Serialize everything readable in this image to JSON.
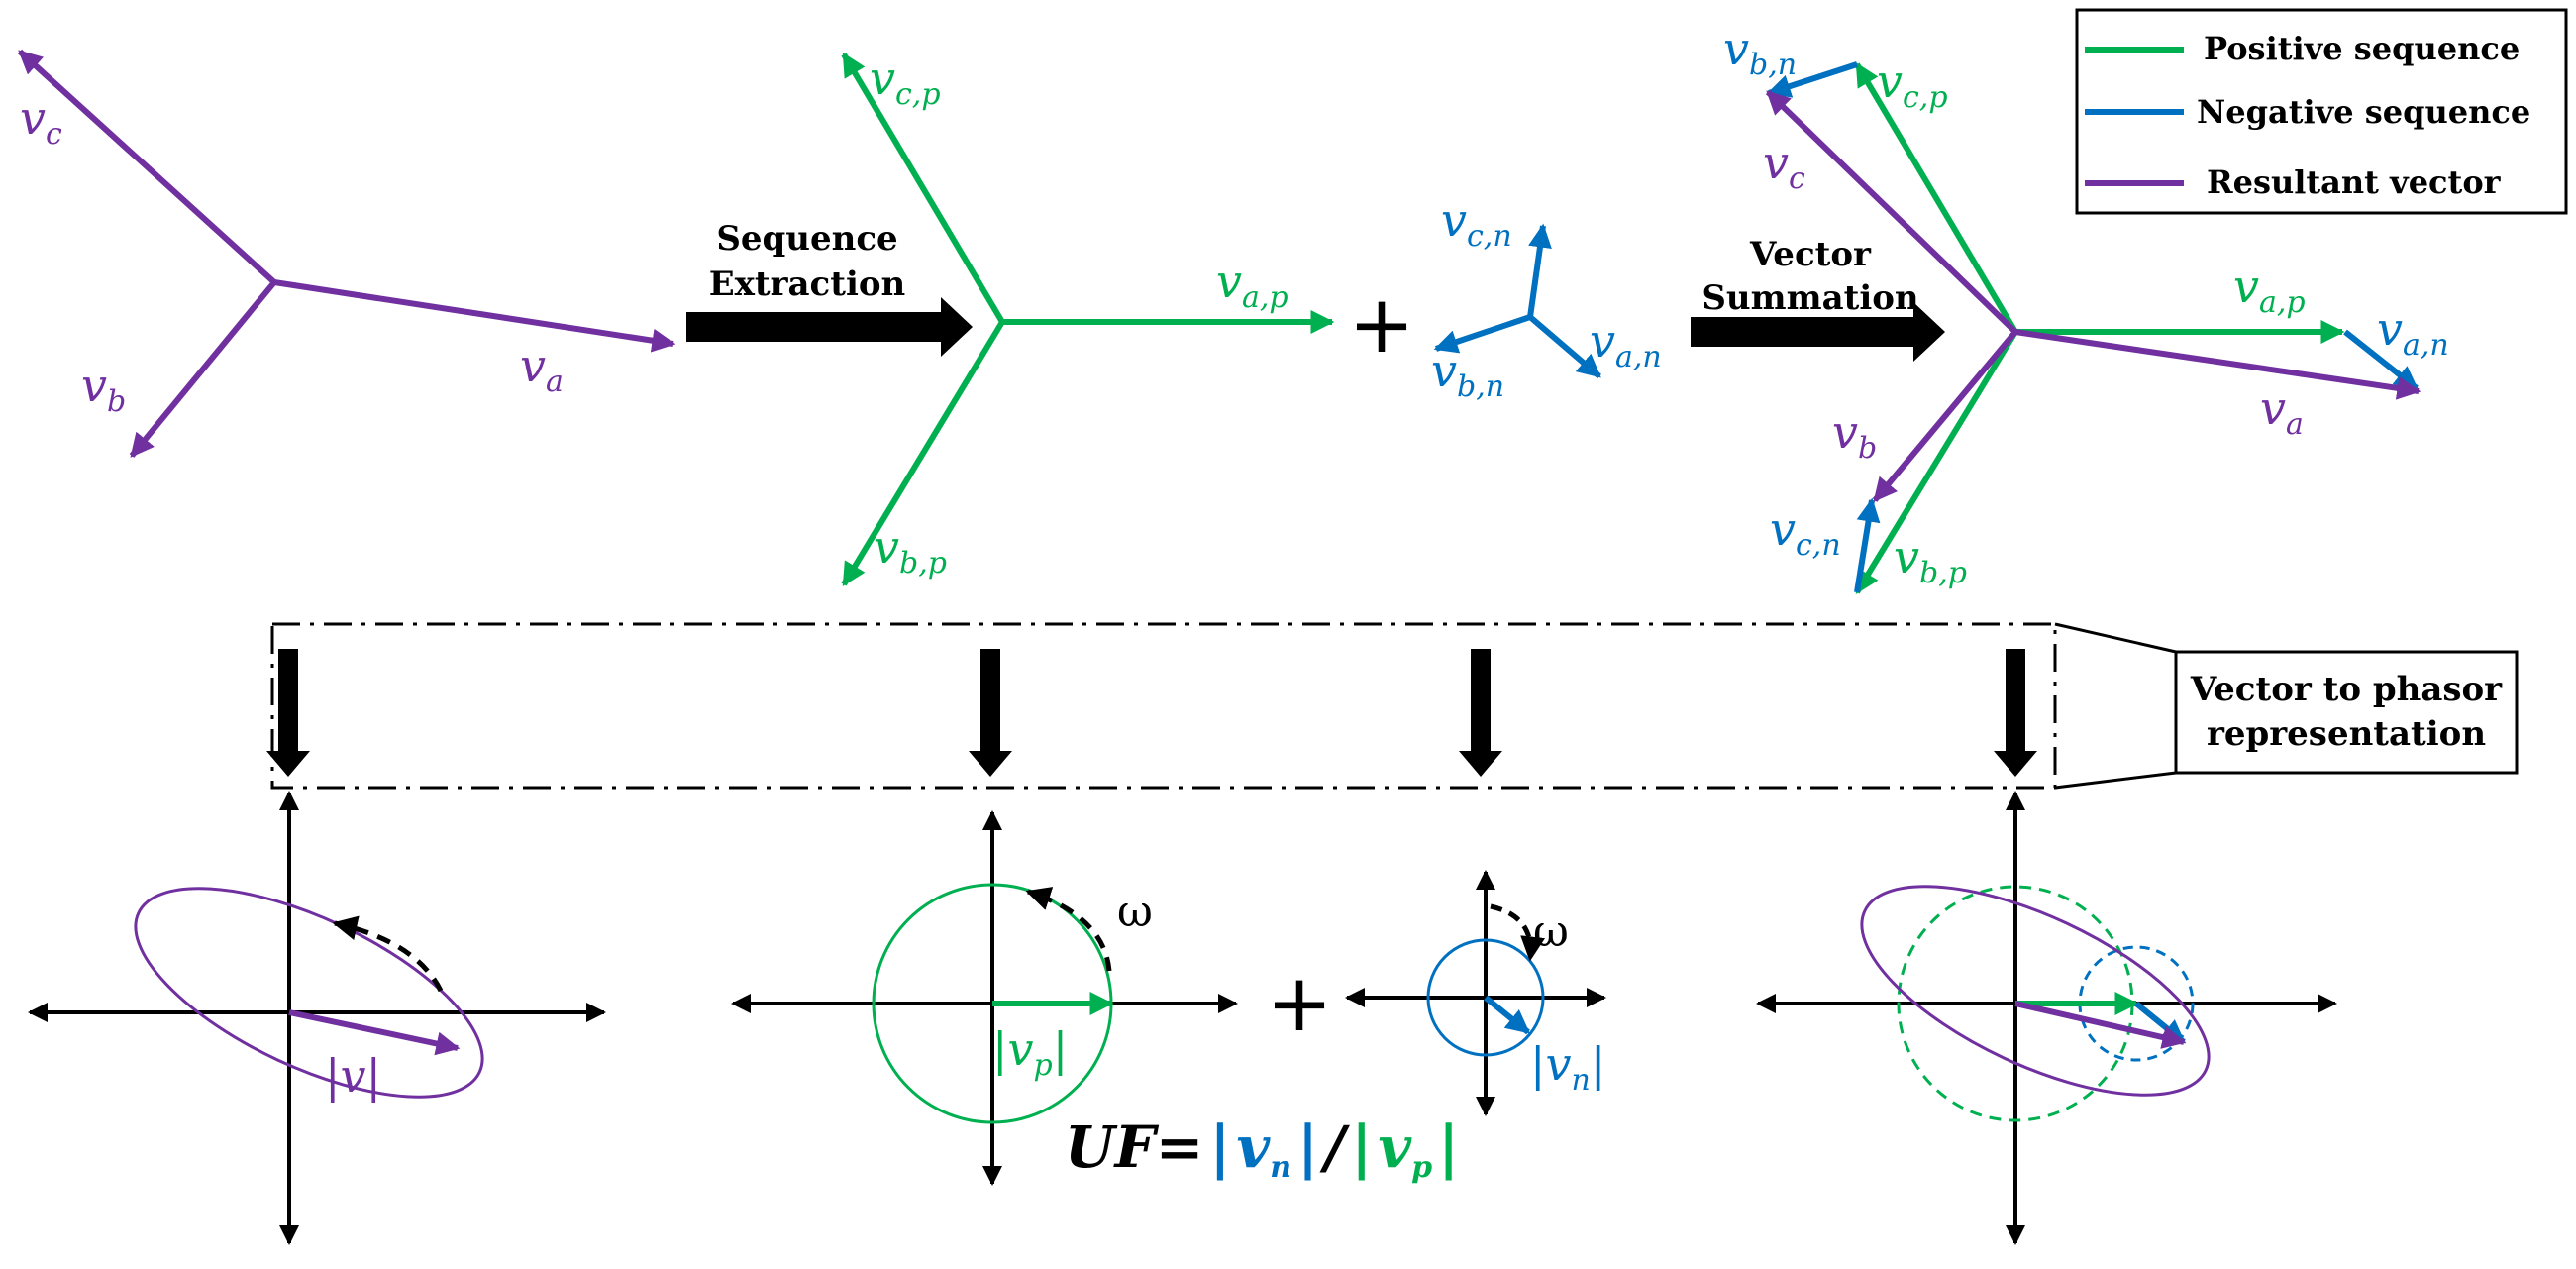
{
  "colors": {
    "positive": "#00b050",
    "negative": "#0070c0",
    "resultant": "#7030a0",
    "black": "#000000"
  },
  "legend": {
    "positive": "Positive sequence",
    "negative": "Negative sequence",
    "resultant": "Resultant vector"
  },
  "steps": {
    "extraction_line1": "Sequence",
    "extraction_line2": "Extraction",
    "summation_line1": "Vector",
    "summation_line2": "Summation",
    "phasor_line1": "Vector to phasor",
    "phasor_line2": "representation"
  },
  "vectors": {
    "va": {
      "base": "v",
      "sub": "a"
    },
    "vb": {
      "base": "v",
      "sub": "b"
    },
    "vc": {
      "base": "v",
      "sub": "c"
    },
    "vap": {
      "base": "v",
      "sub": "a,p"
    },
    "vbp": {
      "base": "v",
      "sub": "b,p"
    },
    "vcp": {
      "base": "v",
      "sub": "c,p"
    },
    "van": {
      "base": "v",
      "sub": "a,n"
    },
    "vbn": {
      "base": "v",
      "sub": "b,n"
    },
    "vcn": {
      "base": "v",
      "sub": "c,n"
    }
  },
  "phasors": {
    "omega": "ω",
    "plus": "+",
    "v_mag": {
      "bar": "|",
      "base": "v"
    },
    "vp_mag": {
      "bar": "|",
      "base": "v",
      "sub": "p"
    },
    "vn_mag": {
      "bar": "|",
      "base": "v",
      "sub": "n"
    }
  },
  "formula": {
    "uf": "UF",
    "eq": "=",
    "bar": "|",
    "slash": "/",
    "vn_base": "v",
    "vn_sub": "n",
    "vp_base": "v",
    "vp_sub": "p"
  }
}
